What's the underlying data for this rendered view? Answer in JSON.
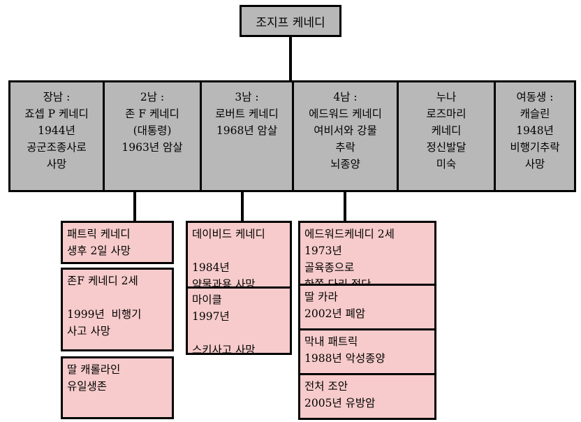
{
  "root": {
    "label": "조지프 케네디"
  },
  "children": [
    {
      "lines": [
        "장남 :",
        "죠셉 P 케네디",
        "",
        "1944년",
        "공군조종사로",
        "사망"
      ]
    },
    {
      "lines": [
        "2남 :",
        "존 F 케네디",
        "(대통령)",
        "",
        "",
        "1963년 암살"
      ]
    },
    {
      "lines": [
        "3남 :",
        "로버트 케네디",
        "",
        "",
        "",
        "1968년 암살"
      ]
    },
    {
      "lines": [
        "4남 :",
        "에드워드 케네디",
        "",
        "여비서와 강물",
        "추락",
        "뇌종양"
      ]
    },
    {
      "lines": [
        "누나",
        "로즈마리",
        "케네디",
        "",
        "정신발달",
        "미숙"
      ]
    },
    {
      "lines": [
        "여동생 :",
        "캐슬린",
        "",
        "1948년",
        "비행기추락",
        "사망"
      ]
    }
  ],
  "grandchildren": {
    "john_f": [
      {
        "lines": [
          "패트릭 케네디",
          "생후 2일 사망"
        ]
      },
      {
        "lines": [
          "존F 케네디 2세",
          "",
          "1999년  비행기",
          "사고 사망"
        ]
      },
      {
        "lines": [
          "딸 캐롤라인",
          "유일생존"
        ]
      }
    ],
    "robert": [
      {
        "lines": [
          "데이비드 케네디",
          "",
          "1984년",
          "약물과용 사망"
        ]
      },
      {
        "lines": [
          "마이클",
          "1997년",
          "",
          "스키사고 사망"
        ]
      }
    ],
    "edward": [
      {
        "lines": [
          "에드워드케네디 2세",
          "1973년",
          "골육종으로",
          "한쪽 다리 절단"
        ]
      },
      {
        "lines": [
          "딸 카라",
          "2002년 폐암"
        ]
      },
      {
        "lines": [
          "막내 패트릭",
          "1988년 악성종양"
        ]
      },
      {
        "lines": [
          "전처 조안",
          "2005년 유방암"
        ]
      }
    ]
  }
}
